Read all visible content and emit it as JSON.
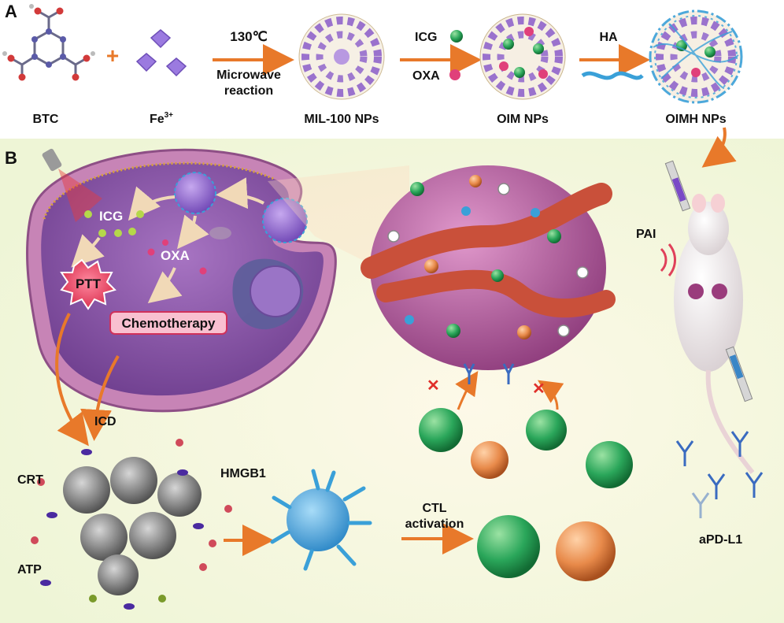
{
  "panels": {
    "a": "A",
    "b": "B"
  },
  "synthesis": {
    "btc": "BTC",
    "fe": "Fe",
    "fe_sup": "3+",
    "plus": "+",
    "step1_top": "130℃",
    "step1_bot1": "Microwave",
    "step1_bot2": "reaction",
    "mil100": "MIL-100 NPs",
    "icg": "ICG",
    "oxa": "OXA",
    "oim": "OIM NPs",
    "ha": "HA",
    "oimh": "OIMH NPs"
  },
  "cell": {
    "icg": "ICG",
    "oxa": "OXA",
    "ptt": "PTT",
    "chemo": "Chemotherapy",
    "icd": "ICD"
  },
  "tumor": {
    "pai": "PAI"
  },
  "immune": {
    "crt": "CRT",
    "hmgb1": "HMGB1",
    "atp": "ATP",
    "ctl1": "CTL",
    "ctl2": "activation",
    "apdl1": "aPD-L1"
  },
  "colors": {
    "arrow": "#e8792a",
    "nanoparticle": "#8a5cc9",
    "cell_membrane": "#b86aa0",
    "cell_inside": "#8f5fa8",
    "tumor": "#b85a9c",
    "vessel": "#c9503a",
    "ptt": "#e0405a",
    "t_cell_green": "#2aa65a",
    "t_cell_orange": "#e07a3a",
    "dendritic": "#3aa0d8",
    "antibody": "#3a6bc0",
    "crt_dot": "#d04a5a",
    "hmgb1_dot": "#4a2aa0",
    "atp_dot": "#7a9a2a"
  }
}
